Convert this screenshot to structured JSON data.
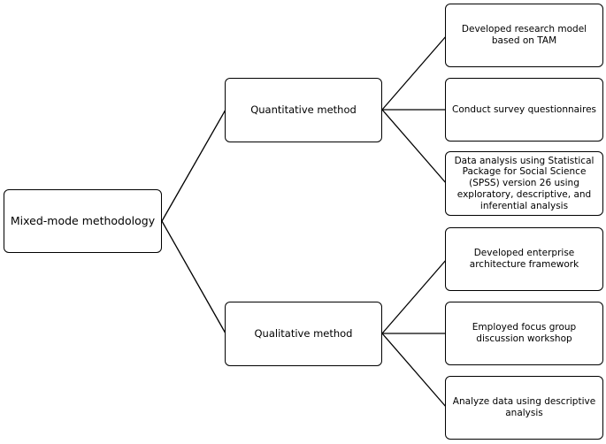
{
  "diagram": {
    "root": {
      "label": "Mixed-mode methodology"
    },
    "branches": [
      {
        "label": "Quantitative method",
        "children": [
          {
            "label": "Developed research model\nbased on TAM"
          },
          {
            "label": "Conduct survey questionnaires"
          },
          {
            "label": "Data analysis using Statistical\nPackage for Social Science\n(SPSS) version 26  using\nexploratory, descriptive, and\ninferential analysis"
          }
        ]
      },
      {
        "label": "Qualitative method",
        "children": [
          {
            "label": "Developed enterprise\narchitecture framework"
          },
          {
            "label": "Employed focus group\ndiscussion workshop"
          },
          {
            "label": "Analyze data using descriptive\nanalysis"
          }
        ]
      }
    ]
  }
}
